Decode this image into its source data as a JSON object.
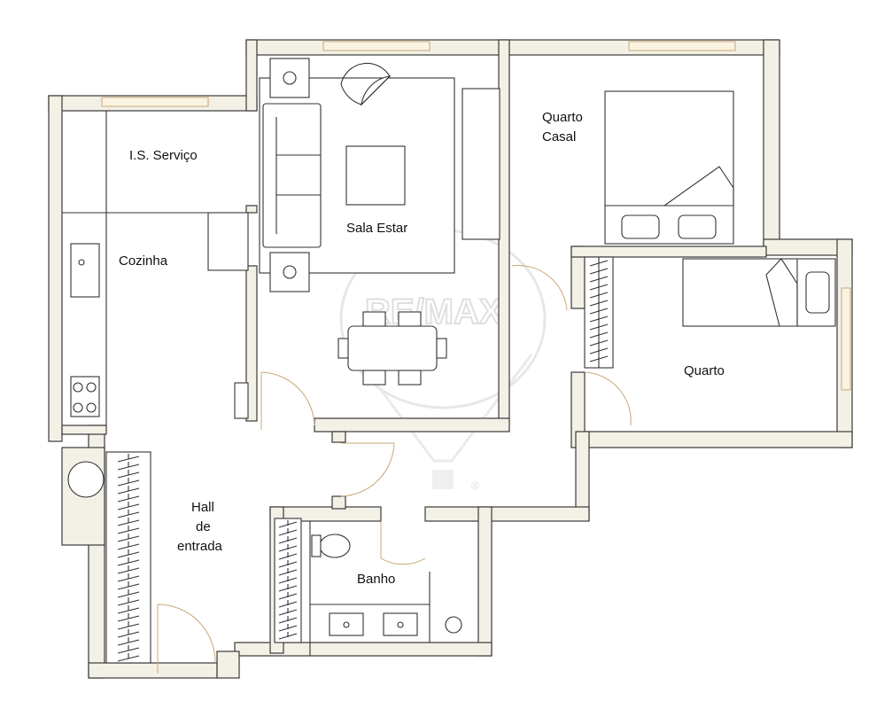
{
  "rooms": [
    {
      "id": "is-servico",
      "lines": [
        "I.S. Serviço"
      ]
    },
    {
      "id": "cozinha",
      "lines": [
        "Cozinha"
      ]
    },
    {
      "id": "sala-estar",
      "lines": [
        "Sala Estar"
      ]
    },
    {
      "id": "quarto-casal",
      "lines": [
        "Quarto",
        "Casal"
      ]
    },
    {
      "id": "quarto",
      "lines": [
        "Quarto"
      ]
    },
    {
      "id": "hall",
      "lines": [
        "Hall",
        "de",
        "entrada"
      ]
    },
    {
      "id": "banho",
      "lines": [
        "Banho"
      ]
    }
  ],
  "watermark": {
    "text": "RE/MAX",
    "mark": "®"
  },
  "colors": {
    "wall": "#f3f0e6",
    "outline": "#3a3a3a",
    "door": "#c9a878"
  }
}
